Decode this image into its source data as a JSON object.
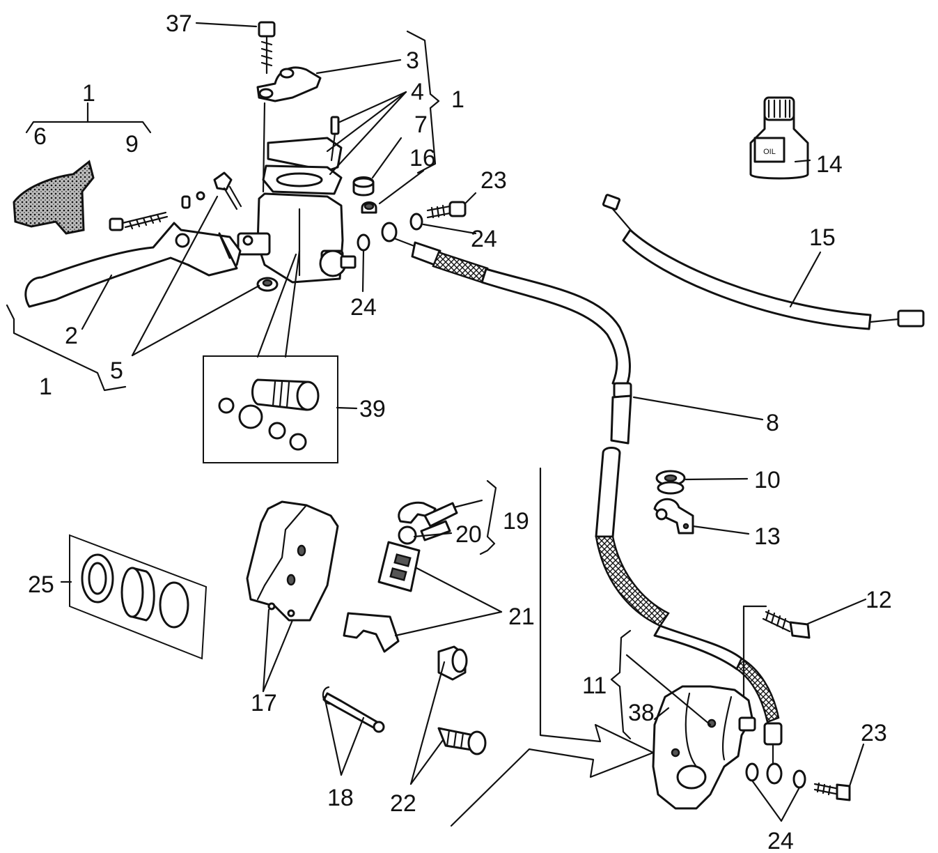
{
  "labels": {
    "l37": "37",
    "l3": "3",
    "l4": "4",
    "l1_top": "1",
    "l7": "7",
    "l16": "16",
    "l1_lever": "1",
    "l6": "6",
    "l9": "9",
    "l23_top": "23",
    "l24_right": "24",
    "l24_left": "24",
    "l14": "14",
    "l15": "15",
    "l2": "2",
    "l5": "5",
    "l1_bottom": "1",
    "l39": "39",
    "l8": "8",
    "l10": "10",
    "l13": "13",
    "l19": "19",
    "l20": "20",
    "l21": "21",
    "l25": "25",
    "l17": "17",
    "l12": "12",
    "l11": "11",
    "l38": "38",
    "l23_bottom": "23",
    "l18": "18",
    "l22": "22",
    "l24_bottom": "24"
  },
  "bottle_label": "OIL"
}
